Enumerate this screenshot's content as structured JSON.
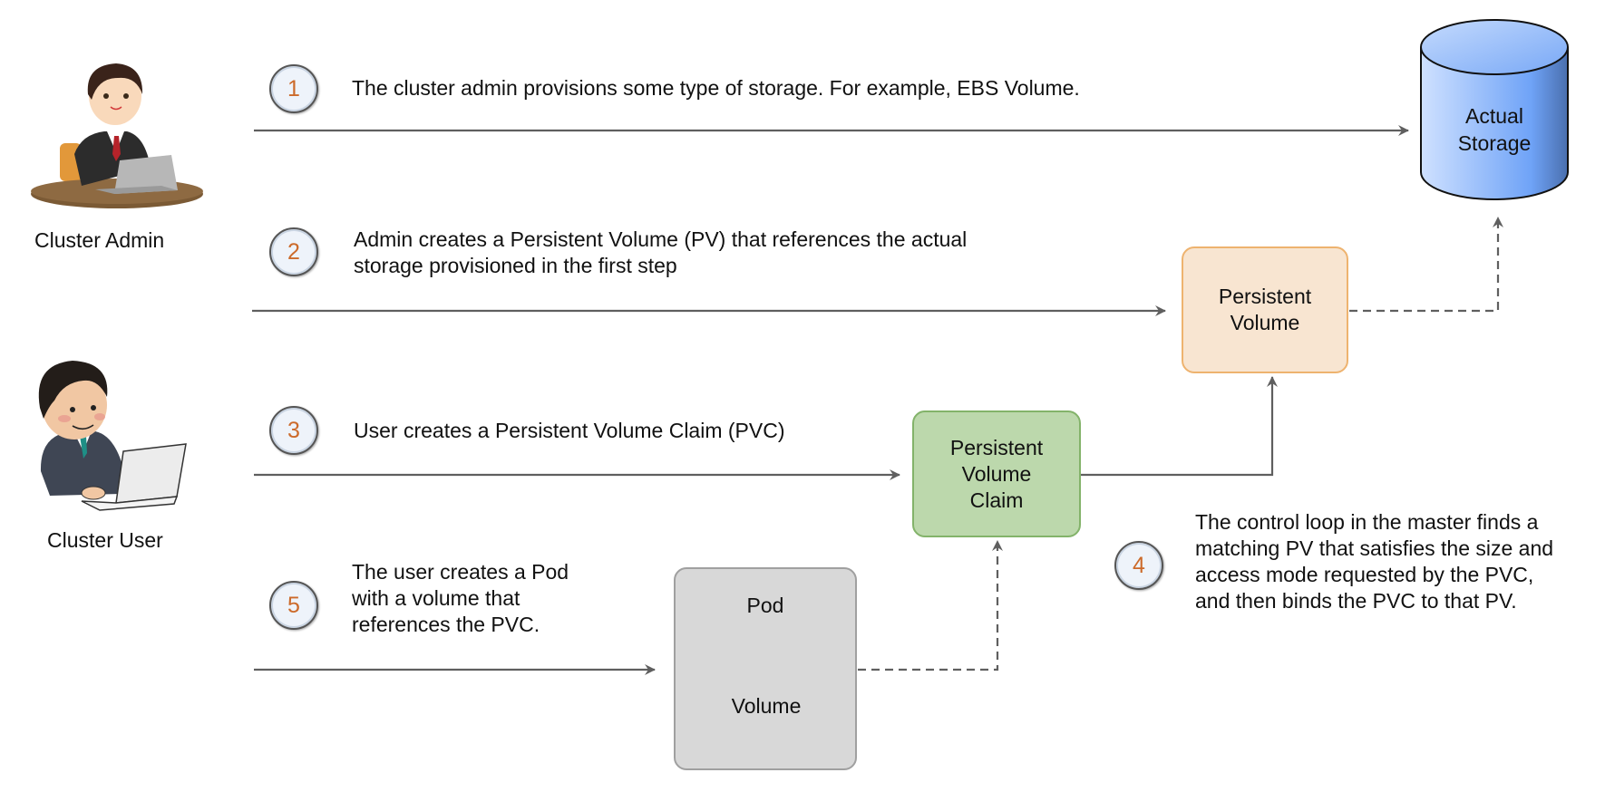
{
  "actors": {
    "admin": {
      "label": "Cluster Admin",
      "icon": "person-at-desk-laptop"
    },
    "user": {
      "label": "Cluster User",
      "icon": "person-typing-laptop"
    }
  },
  "steps": [
    {
      "number": "1",
      "lines": [
        "The cluster admin provisions some type of storage. For example, EBS Volume."
      ]
    },
    {
      "number": "2",
      "lines": [
        "Admin creates a Persistent Volume (PV) that references the actual",
        "storage provisioned in the first step"
      ]
    },
    {
      "number": "3",
      "lines": [
        "User creates a Persistent Volume Claim (PVC)"
      ]
    },
    {
      "number": "4",
      "lines": [
        "The control loop in the master finds a",
        "matching PV that satisfies the size and",
        "access mode requested by the PVC,",
        "and then binds the PVC to that PV."
      ]
    },
    {
      "number": "5",
      "lines": [
        "The user creates a Pod",
        "with a volume that",
        "references the PVC."
      ]
    }
  ],
  "nodes": {
    "actual_storage": {
      "lines": [
        "Actual",
        "Storage"
      ]
    },
    "pv": {
      "lines": [
        "Persistent",
        "Volume"
      ]
    },
    "pvc": {
      "lines": [
        "Persistent",
        "Volume",
        "Claim"
      ]
    },
    "pod": {
      "label": "Pod",
      "volume_label": "Volume"
    }
  },
  "colors": {
    "step_number": "#cc6a2a",
    "pv_fill": "#f8e5d1",
    "pv_border": "#eeb36f",
    "pvc_fill": "#bcd8ac",
    "pvc_border": "#83b36a",
    "pod_fill": "#d8d8d8",
    "storage_fill": "#7eaaf5",
    "arrow": "#5f5f5f"
  }
}
